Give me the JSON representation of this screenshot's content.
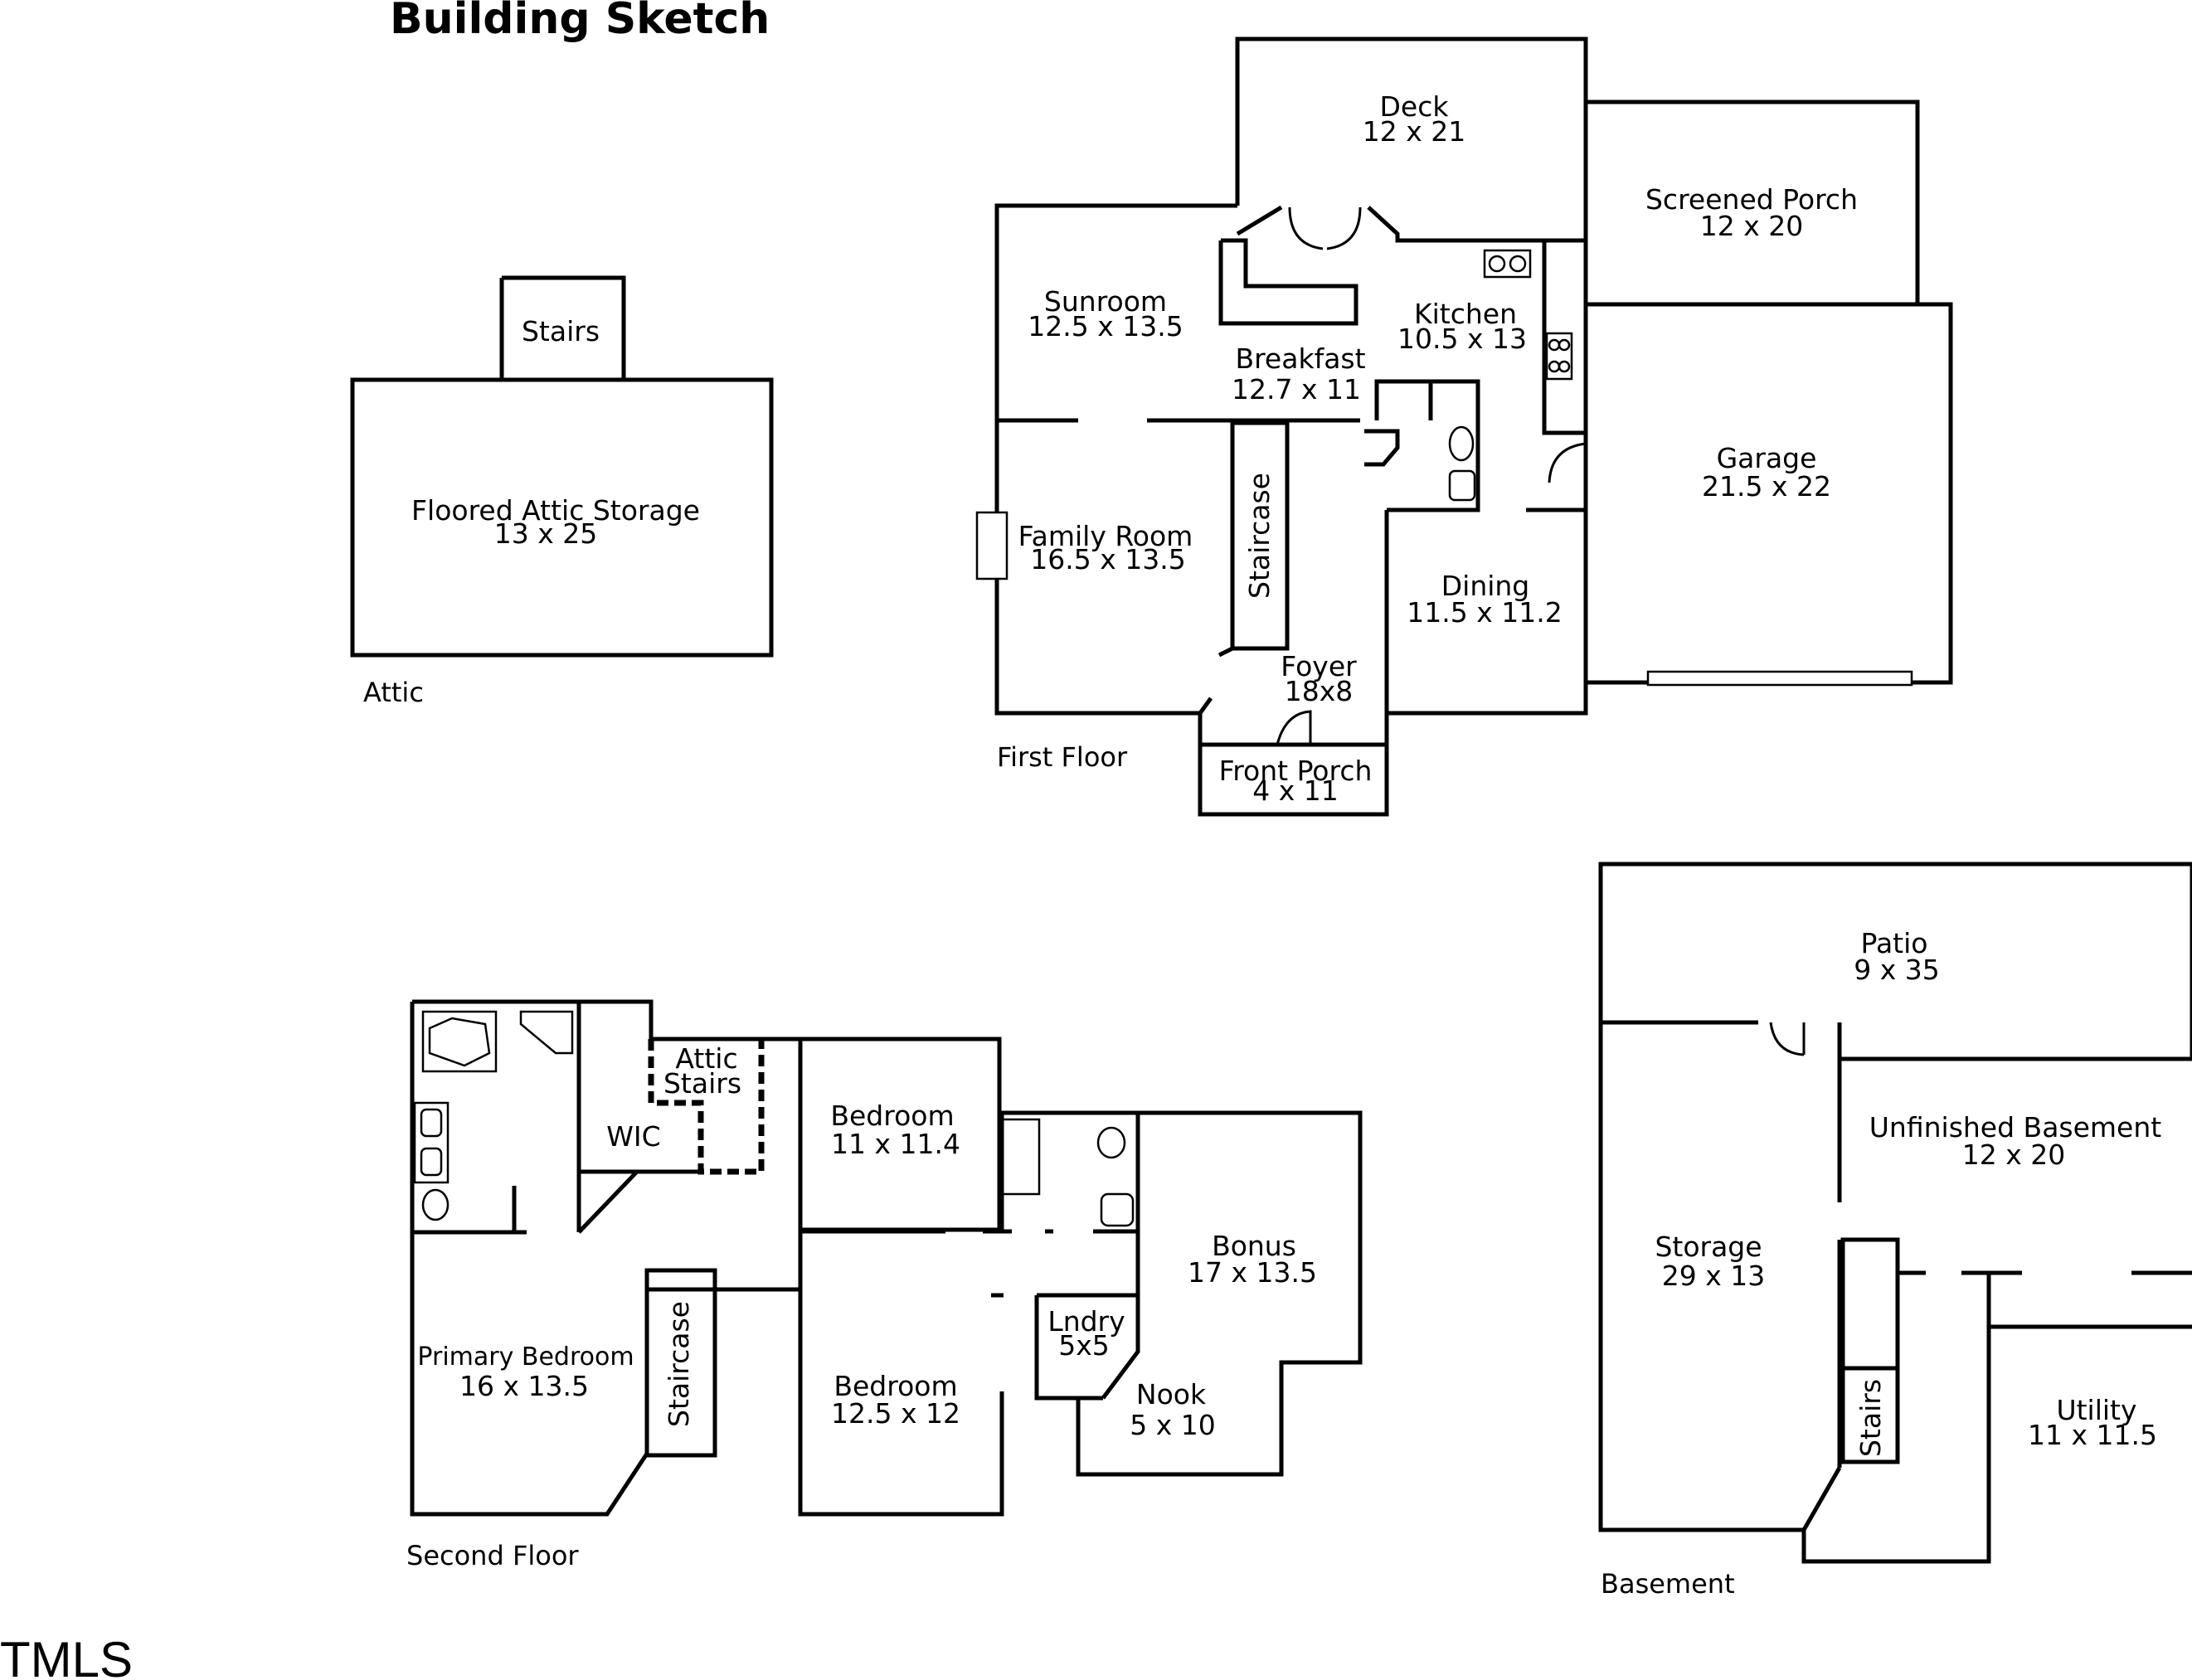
{
  "title": "Building Sketch",
  "brand": "TMLS",
  "floors": {
    "attic": "Attic",
    "first": "First Floor",
    "second": "Second Floor",
    "basement": "Basement"
  },
  "rooms": {
    "attic_stairs": {
      "name": "Stairs"
    },
    "attic_storage": {
      "name": "Floored Attic Storage",
      "size": "13 x 25"
    },
    "deck": {
      "name": "Deck",
      "size": "12 x 21"
    },
    "screened_porch": {
      "name": "Screened Porch",
      "size": "12 x 20"
    },
    "sunroom": {
      "name": "Sunroom",
      "size": "12.5 x 13.5"
    },
    "kitchen": {
      "name": "Kitchen",
      "size": "10.5 x 13"
    },
    "breakfast": {
      "name": "Breakfast",
      "size": "12.7 x 11"
    },
    "garage": {
      "name": "Garage",
      "size": "21.5 x 22"
    },
    "family_room": {
      "name": "Family Room",
      "size": "16.5 x 13.5"
    },
    "first_staircase": {
      "name": "Staircase"
    },
    "dining": {
      "name": "Dining",
      "size": "11.5 x 11.2"
    },
    "foyer": {
      "name": "Foyer",
      "size": "18x8"
    },
    "front_porch": {
      "name": "Front Porch",
      "size": "4 x 11"
    },
    "attic_stairs_2": {
      "name_line1": "Attic",
      "name_line2": "Stairs"
    },
    "wic": {
      "name": "WIC"
    },
    "bedroom_a": {
      "name": "Bedroom",
      "size": "11 x 11.4"
    },
    "bonus": {
      "name": "Bonus",
      "size": "17 x 13.5"
    },
    "primary_bedroom": {
      "name": "Primary Bedroom",
      "size": "16 x 13.5"
    },
    "second_staircase": {
      "name": "Staircase"
    },
    "bedroom_b": {
      "name": "Bedroom",
      "size": "12.5 x 12"
    },
    "laundry": {
      "name": "Lndry",
      "size": "5x5"
    },
    "nook": {
      "name": "Nook",
      "size": "5 x 10"
    },
    "patio": {
      "name": "Patio",
      "size": "9 x 35"
    },
    "unfinished_basement": {
      "name": "Unfinished Basement",
      "size": "12 x 20"
    },
    "storage": {
      "name": "Storage",
      "size": "29 x 13"
    },
    "basement_stairs": {
      "name": "Stairs"
    },
    "utility": {
      "name": "Utility",
      "size": "11 x 11.5"
    }
  }
}
